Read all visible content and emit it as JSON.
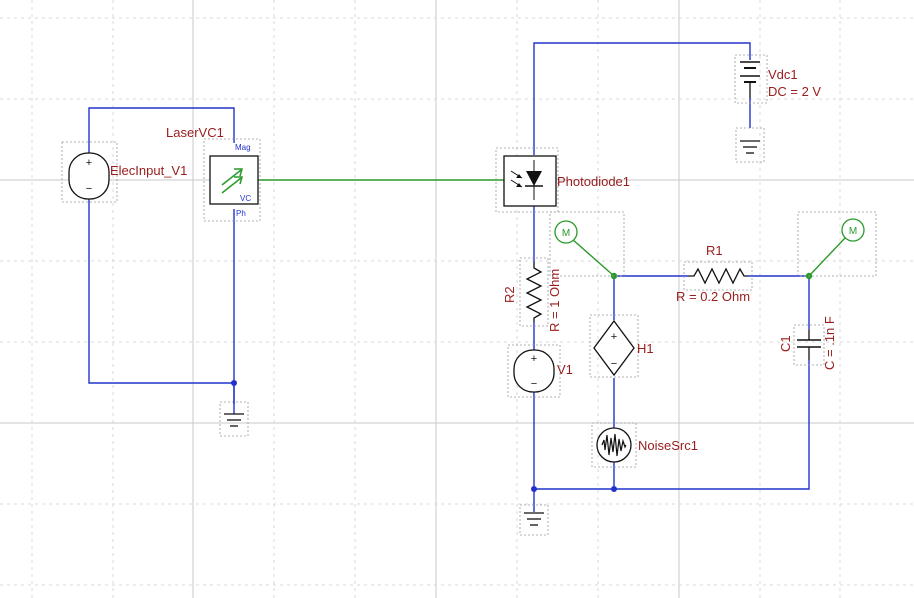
{
  "components": {
    "elecinput": {
      "label": "ElecInput_V1",
      "plus": "+",
      "minus": "−"
    },
    "laser": {
      "label": "LaserVC1",
      "pin_mag": "Mag",
      "pin_vc": "VC",
      "pin_ph": "Ph"
    },
    "photodiode": {
      "label": "Photodiode1"
    },
    "vdc": {
      "label": "Vdc1",
      "value": "DC = 2 V"
    },
    "r2": {
      "label": "R2",
      "value": "R = 1 Ohm"
    },
    "v1": {
      "label": "V1",
      "plus": "+",
      "minus": "−"
    },
    "r1": {
      "label": "R1",
      "value": "R = 0.2 Ohm"
    },
    "h1": {
      "label": "H1",
      "plus": "+",
      "minus": "−"
    },
    "c1": {
      "label": "C1",
      "value": "C = .1n F"
    },
    "noise": {
      "label": "NoiseSrc1"
    },
    "meter_left": {
      "symbol": "M"
    },
    "meter_right": {
      "symbol": "M"
    }
  },
  "colors": {
    "wire_electrical": "#2233cc",
    "wire_optical": "#2a9a2a",
    "label": "#9a1b1b",
    "pin_label": "#2233cc"
  },
  "icons": [
    "ground-icon",
    "resistor-icon",
    "capacitor-icon",
    "battery-icon",
    "meter-icon",
    "noise-icon",
    "photodiode-icon",
    "laser-icon"
  ]
}
